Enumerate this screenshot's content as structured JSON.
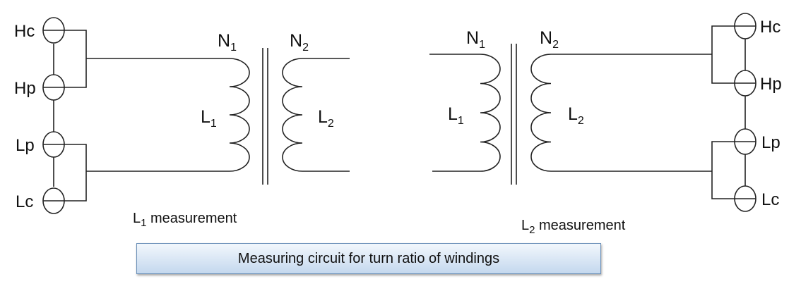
{
  "terminals": {
    "hc": "Hc",
    "hp": "Hp",
    "lp": "Lp",
    "lc": "Lc"
  },
  "windings": {
    "n_main": "N",
    "n1_sub": "1",
    "n2_sub": "2",
    "l_main": "L",
    "l1_sub": "1",
    "l2_sub": "2"
  },
  "measurements": {
    "left": {
      "main": "L",
      "sub": "1",
      "text": " measurement"
    },
    "right": {
      "main": "L",
      "sub": "2",
      "text": " measurement"
    }
  },
  "caption": "Measuring circuit for turn ratio of windings"
}
